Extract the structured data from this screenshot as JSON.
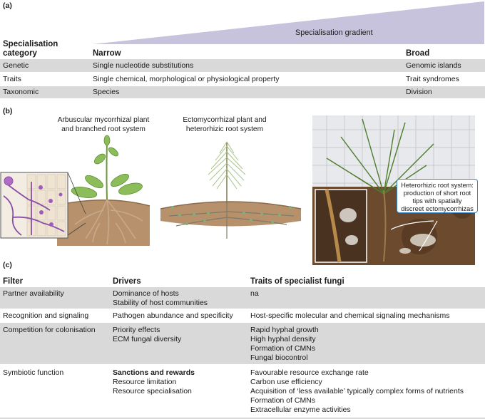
{
  "panel_a": {
    "label": "(a)",
    "gradient_label": "Specialisation gradient",
    "headers": {
      "category": [
        "Specialisation",
        "category"
      ],
      "narrow": "Narrow",
      "broad": "Broad"
    },
    "rows": [
      {
        "category": "Genetic",
        "narrow": "Single nucleotide substitutions",
        "broad": "Genomic islands"
      },
      {
        "category": "Traits",
        "narrow": "Single chemical, morphological or physiological property",
        "broad": "Trait syndromes"
      },
      {
        "category": "Taxonomic",
        "narrow": "Species",
        "broad": "Division"
      }
    ]
  },
  "panel_b": {
    "label": "(b)",
    "caption_am": [
      "Arbuscular mycorrhizal plant",
      "and branched root system"
    ],
    "caption_ecm": [
      "Ectomycorrhizal plant and",
      "heterorhizic root system"
    ],
    "callout": [
      "Heterorhizic root system:",
      "production of short root",
      "tips with spatially",
      "discreet ectomycorrhizas"
    ]
  },
  "panel_c": {
    "label": "(c)",
    "headers": {
      "filter": "Filter",
      "drivers": "Drivers",
      "traits": "Traits of specialist fungi"
    },
    "rows": [
      {
        "filter": "Partner availability",
        "drivers": [
          "Dominance of hosts",
          "Stability of host communities"
        ],
        "traits": [
          "na"
        ]
      },
      {
        "filter": "Recognition and signaling",
        "drivers": [
          "Pathogen abundance and specificity"
        ],
        "traits": [
          "Host-specific molecular and chemical signaling mechanisms"
        ]
      },
      {
        "filter": "Competition for colonisation",
        "drivers": [
          "Priority effects",
          "ECM fungal diversity"
        ],
        "traits": [
          "Rapid hyphal growth",
          "High hyphal density",
          "Formation of CMNs",
          "Fungal biocontrol"
        ]
      },
      {
        "filter": "Symbiotic function",
        "drivers_bold": "Sanctions and rewards",
        "drivers": [
          "Resource limitation",
          "Resource specialisation"
        ],
        "traits": [
          "Favourable resource exchange rate",
          "Carbon use efficiency",
          "Acquisition of ‘less available’ typically complex forms of nutrients",
          "Formation of CMNs",
          "Extracellular enzyme activities"
        ]
      }
    ]
  },
  "colors": {
    "row_grey": "#d9d9d9",
    "gradient": "#c8c3dd",
    "callout_border": "#3b87c6",
    "soil": "#a47c5a",
    "leaf": "#8cbd5a"
  }
}
